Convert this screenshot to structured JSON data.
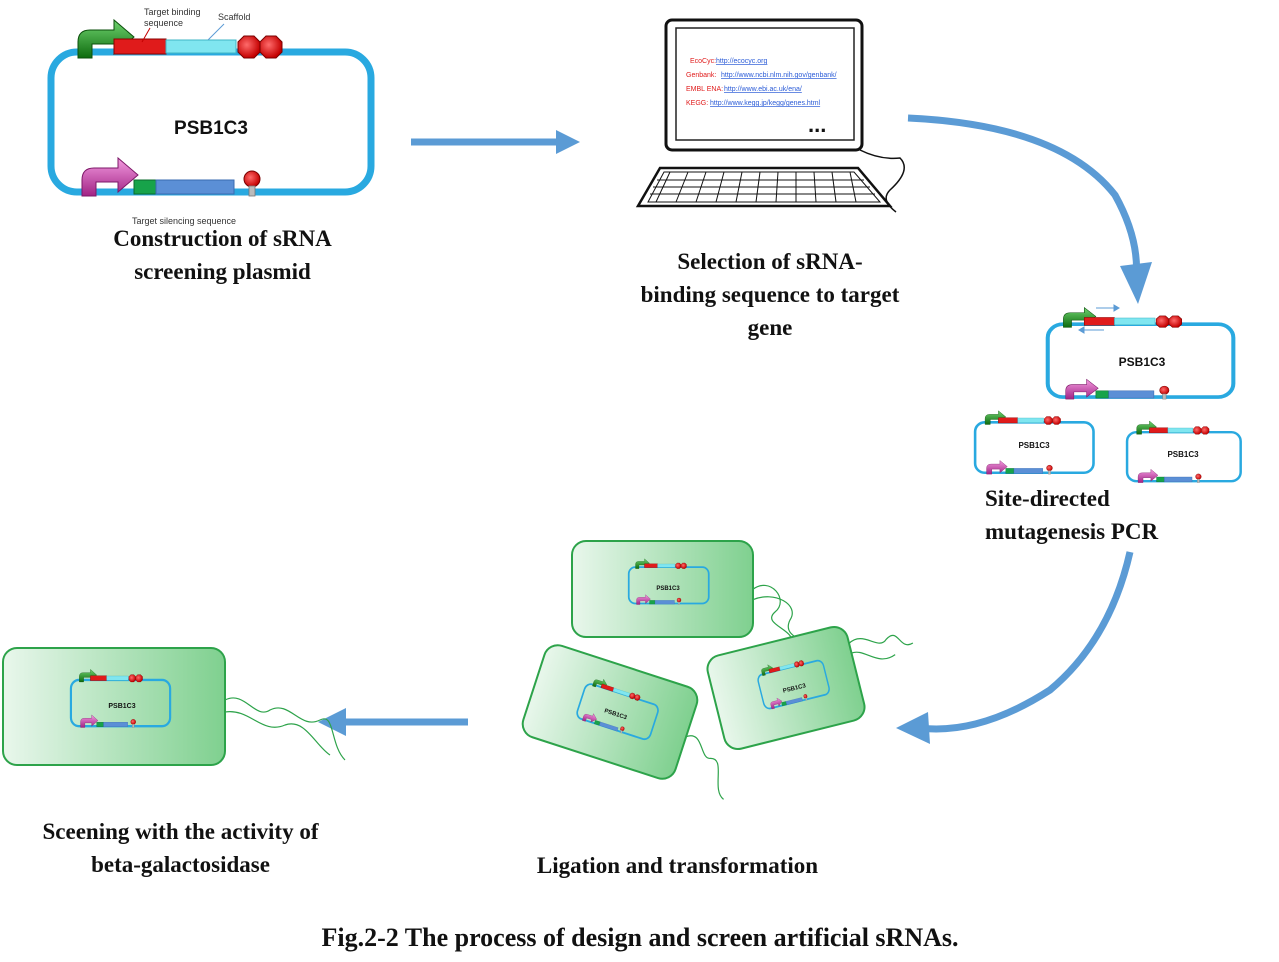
{
  "plasmid": {
    "name": "PSB1C3",
    "label_target_binding": "Target binding sequence",
    "label_target_binding_l1": "Target binding",
    "label_target_binding_l2": "sequence",
    "label_scaffold": "Scaffold",
    "label_target_silencing": "Target silencing sequence"
  },
  "databases": [
    {
      "name": "EcoCyc:",
      "url": "http://ecocyc.org"
    },
    {
      "name": "Genbank:",
      "url": "http://www.ncbi.nlm.nih.gov/genbank/"
    },
    {
      "name": "EMBL ENA:",
      "url": "http://www.ebi.ac.uk/ena/"
    },
    {
      "name": "KEGG:",
      "url": "http://www.kegg.jp/kegg/genes.html"
    }
  ],
  "screen_ellipsis": "...",
  "steps": {
    "construction_l1": "Construction of sRNA",
    "construction_l2": "screening plasmid",
    "selection_l1": "Selection of sRNA-",
    "selection_l2": "binding sequence to target",
    "selection_l3": "gene",
    "mutagenesis_l1": "Site-directed",
    "mutagenesis_l2": "mutagenesis PCR",
    "ligation": "Ligation and transformation",
    "screening_l1": "Sceening with the activity of",
    "screening_l2": "beta-galactosidase"
  },
  "figure_caption": "Fig.2-2 The process of design and screen artificial sRNAs.",
  "colors": {
    "backbone": "#29a9e0",
    "arrow": "#5b9bd5",
    "promoter_green": "#1f8f1f",
    "promoter_magenta": "#c0379e",
    "binding_red": "#e01b1b",
    "scaffold_cyan": "#80e6f0",
    "silencing_blue": "#5b8fd6",
    "rbs_green": "#17a34a",
    "cell_green": "#7fd08f"
  }
}
